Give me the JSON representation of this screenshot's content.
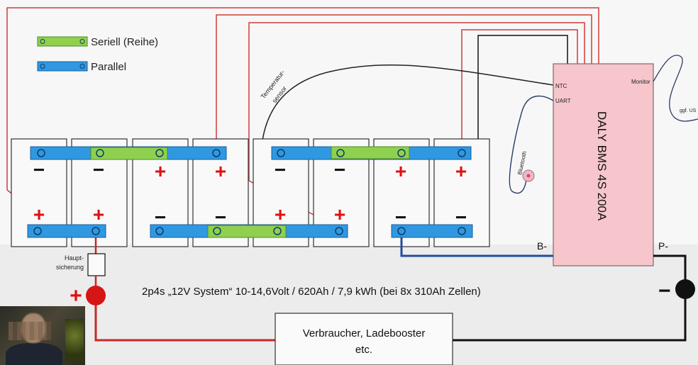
{
  "legend": {
    "series_label": "Seriell (Reihe)",
    "parallel_label": "Parallel",
    "series_color": "#8fd14f",
    "parallel_color": "#2f98e0"
  },
  "sensor_label_line1": "Temperatur-",
  "sensor_label_line2": "sensor",
  "bms": {
    "title": "DALY BMS 4S 200A",
    "ntc_label": "NTC",
    "uart_label": "UART",
    "monitor_label": "Monitor",
    "fill": "#f6c6cc"
  },
  "bluetooth_label": "Bluetooth",
  "offscreen_label": "ggf. US",
  "b_minus_label": "B-",
  "p_minus_label": "P-",
  "fuse_label_line1": "Haupt-",
  "fuse_label_line2": "sicherung",
  "system_text": "2p4s „12V System“ 10-14,6Volt / 620Ah / 7,9 kWh (bei 8x 310Ah Zellen)",
  "load_box_line1": "Verbraucher, Ladebooster",
  "load_box_line2": "etc.",
  "plus_sign": "+",
  "minus_sign": "−",
  "colors": {
    "positive": "#e01010",
    "negative": "#111111",
    "wire_red": "#c62828",
    "wire_blue": "#1f4e9a"
  }
}
